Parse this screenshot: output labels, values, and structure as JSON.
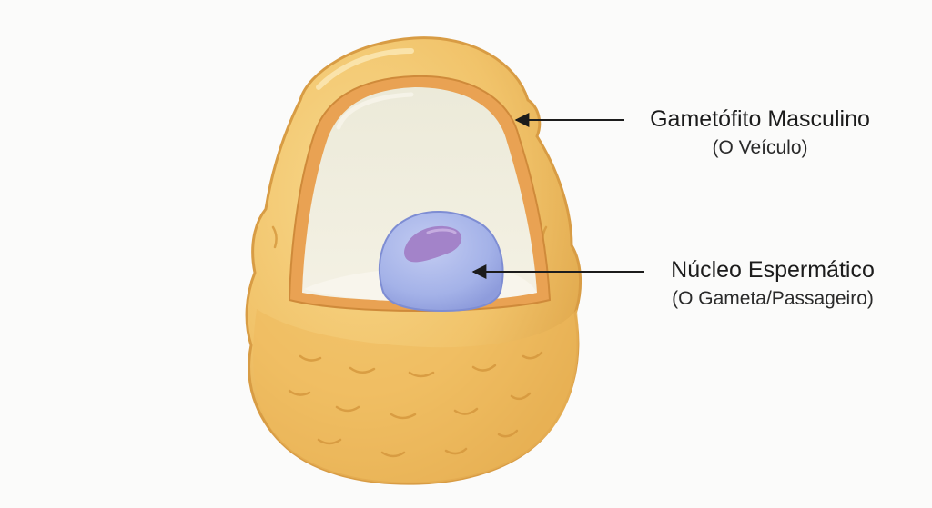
{
  "labels": {
    "gametofito": {
      "title": "Gametófito Masculino",
      "subtitle": "(O Veículo)"
    },
    "nucleo": {
      "title": "Núcleo Espermático",
      "subtitle": "(O Gameta/Passageiro)"
    }
  },
  "colors": {
    "pollen_wall": "#f1c36a",
    "pollen_wall_dark": "#d79a3a",
    "inner_rim": "#e9a253",
    "cytoplasm": "#f1eedd",
    "cytoplasm_floor": "#f8f5ec",
    "nucleus": "#a9b7ea",
    "nucleolus": "#a383c9",
    "arrow": "#1c1c1c",
    "background": "#fbfbfa"
  }
}
